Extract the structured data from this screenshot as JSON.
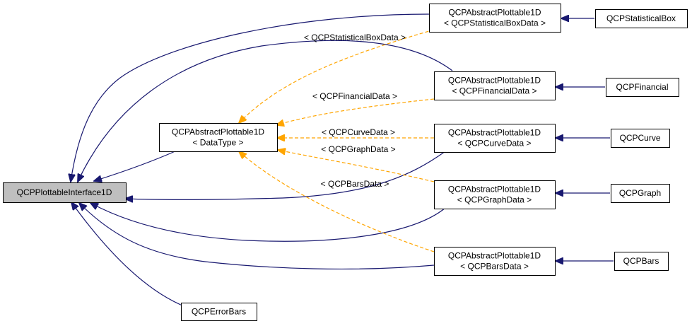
{
  "nodes": {
    "plottable_interface": [
      "QCPPlottableInterface1D"
    ],
    "abstract_template": [
      "QCPAbstractPlottable1D",
      "< DataType >"
    ],
    "error_bars": [
      "QCPErrorBars"
    ],
    "abs_statbox": [
      "QCPAbstractPlottable1D",
      "< QCPStatisticalBoxData >"
    ],
    "abs_financial": [
      "QCPAbstractPlottable1D",
      "< QCPFinancialData >"
    ],
    "abs_curve": [
      "QCPAbstractPlottable1D",
      "< QCPCurveData >"
    ],
    "abs_graph": [
      "QCPAbstractPlottable1D",
      "< QCPGraphData >"
    ],
    "abs_bars": [
      "QCPAbstractPlottable1D",
      "< QCPBarsData >"
    ],
    "statistical_box": [
      "QCPStatisticalBox"
    ],
    "financial": [
      "QCPFinancial"
    ],
    "curve": [
      "QCPCurve"
    ],
    "graph": [
      "QCPGraph"
    ],
    "bars": [
      "QCPBars"
    ]
  },
  "edge_labels": {
    "statbox": "< QCPStatisticalBoxData >",
    "financial": "< QCPFinancialData >",
    "curve": "< QCPCurveData >",
    "graph": "< QCPGraphData >",
    "bars": "< QCPBarsData >"
  },
  "colors": {
    "inheritance_edge": "#191970",
    "template_edge": "#ffa500",
    "highlight_fill": "#bfbfbf"
  }
}
